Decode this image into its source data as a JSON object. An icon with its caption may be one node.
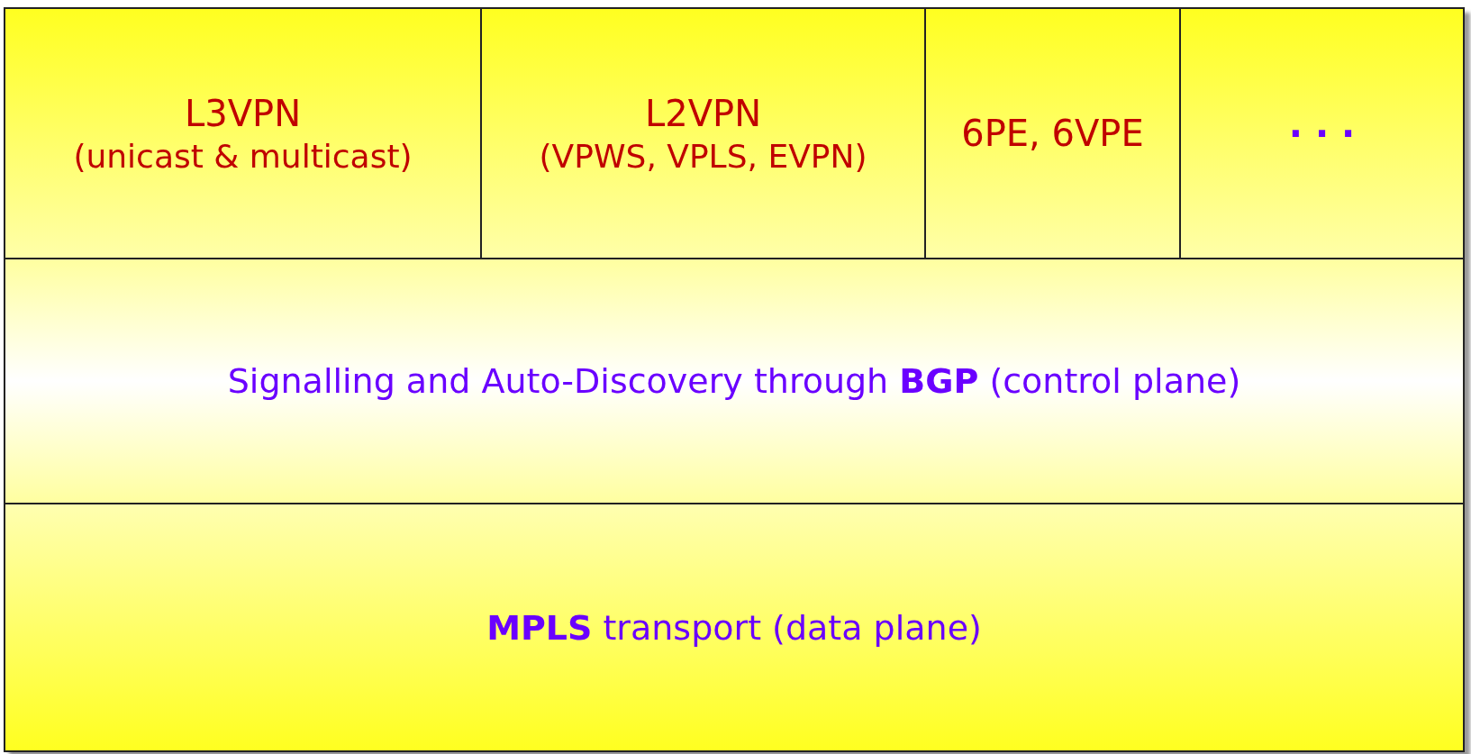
{
  "diagram": {
    "nodes": [
      {
        "text": [
          "L3VPN",
          "(unicast & multicast)"
        ]
      },
      {
        "text": [
          "L2VPN",
          "(VPWS, VPLS, EVPN)"
        ]
      },
      {
        "text": [
          "6PE, 6VPE"
        ]
      },
      {
        "text": [
          "· · ·"
        ]
      },
      {
        "text": [
          "Signalling and Auto-Discovery through **BGP** (control plane)"
        ]
      },
      {
        "text": [
          "**MPLS** transport (data plane)"
        ]
      }
    ]
  }
}
